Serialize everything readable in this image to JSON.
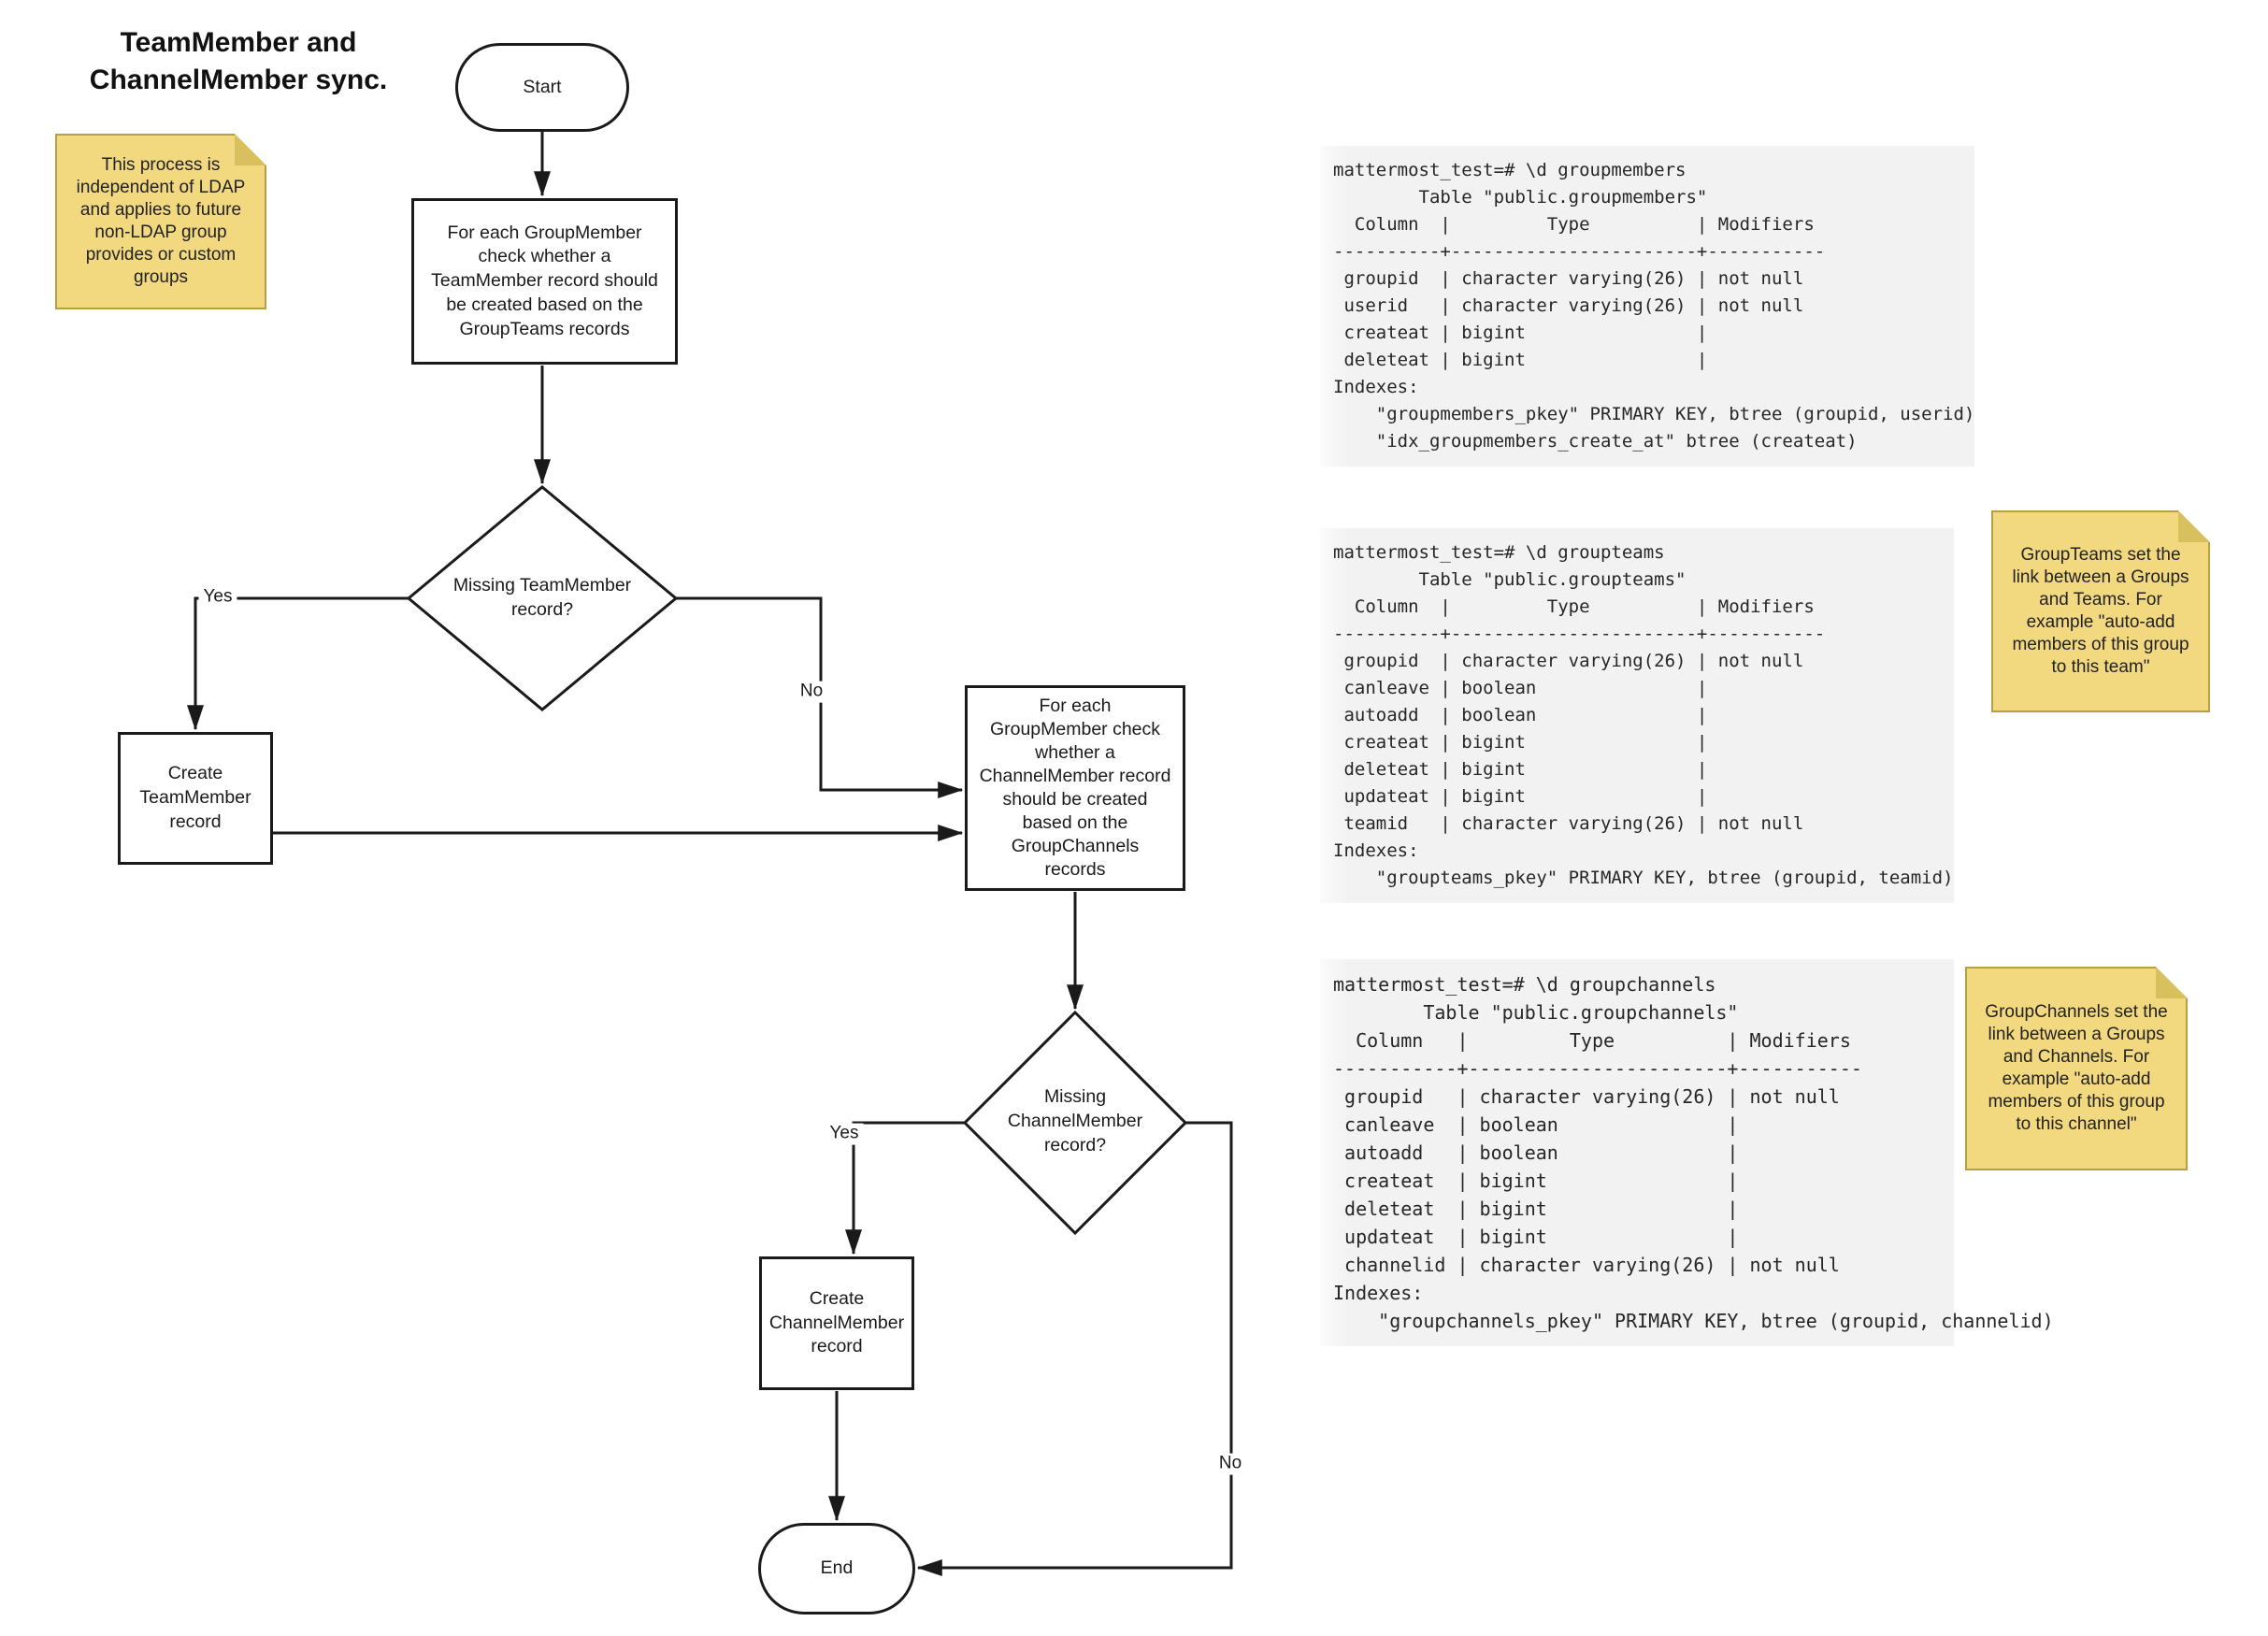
{
  "title": "TeamMember and\nChannelMember sync.",
  "notes": {
    "process_independence": "This process is\nindependent of LDAP\nand applies to future\nnon-LDAP group\nprovides or custom\ngroups",
    "groupteams": "GroupTeams set the\nlink between a Groups\nand Teams. For\nexample \"auto-add\nmembers of this group\nto this team\"",
    "groupchannels": "GroupChannels set the\nlink between a Groups\nand Channels. For\nexample \"auto-add\nmembers of this group\nto this channel\""
  },
  "flowchart": {
    "start": "Start",
    "process_teammember": "For each GroupMember\ncheck whether a\nTeamMember record should\nbe created based on the\nGroupTeams records",
    "decision_teammember": "Missing TeamMember\nrecord?",
    "create_teammember": "Create\nTeamMember\nrecord",
    "process_channelmember": "For each\nGroupMember check\nwhether a\nChannelMember record\nshould be created\nbased on the\nGroupChannels\nrecords",
    "decision_channelmember": "Missing\nChannelMember\nrecord?",
    "create_channelmember": "Create\nChannelMember\nrecord",
    "end": "End",
    "labels": {
      "yes_teammember": "Yes",
      "no_teammember": "No",
      "yes_channelmember": "Yes",
      "no_channelmember": "No"
    }
  },
  "terminals": {
    "groupmembers": "mattermost_test=# \\d groupmembers\n        Table \"public.groupmembers\"\n  Column  |         Type          | Modifiers\n----------+-----------------------+-----------\n groupid  | character varying(26) | not null\n userid   | character varying(26) | not null\n createat | bigint                |\n deleteat | bigint                |\nIndexes:\n    \"groupmembers_pkey\" PRIMARY KEY, btree (groupid, userid)\n    \"idx_groupmembers_create_at\" btree (createat)",
    "groupteams": "mattermost_test=# \\d groupteams\n        Table \"public.groupteams\"\n  Column  |         Type          | Modifiers\n----------+-----------------------+-----------\n groupid  | character varying(26) | not null\n canleave | boolean               |\n autoadd  | boolean               |\n createat | bigint                |\n deleteat | bigint                |\n updateat | bigint                |\n teamid   | character varying(26) | not null\nIndexes:\n    \"groupteams_pkey\" PRIMARY KEY, btree (groupid, teamid)",
    "groupchannels": "mattermost_test=# \\d groupchannels\n        Table \"public.groupchannels\"\n  Column   |         Type          | Modifiers\n-----------+-----------------------+-----------\n groupid   | character varying(26) | not null\n canleave  | boolean               |\n autoadd   | boolean               |\n createat  | bigint                |\n deleteat  | bigint                |\n updateat  | bigint                |\n channelid | character varying(26) | not null\nIndexes:\n    \"groupchannels_pkey\" PRIMARY KEY, btree (groupid, channelid)"
  },
  "colors": {
    "note_fill": "#F2D87E",
    "note_border": "#B5A046",
    "note_fold": "#D9C05E",
    "terminal_bg": "#F2F2F2",
    "line": "#1A1A1A"
  }
}
